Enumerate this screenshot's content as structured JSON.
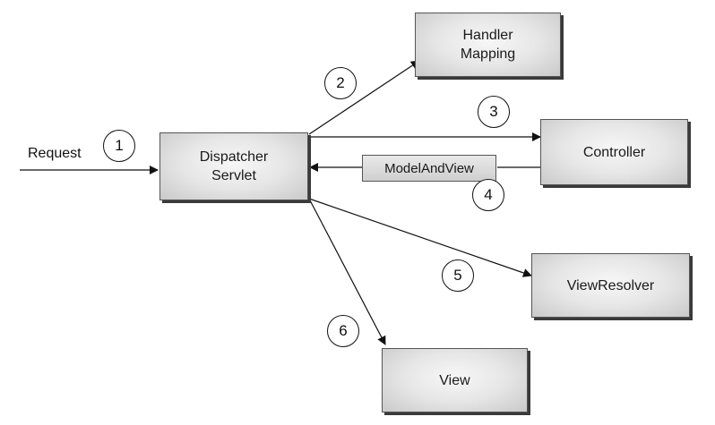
{
  "request_label": "Request",
  "nodes": {
    "dispatcher": "Dispatcher\nServlet",
    "handler_mapping": "Handler\nMapping",
    "controller": "Controller",
    "view_resolver": "ViewResolver",
    "view": "View"
  },
  "model_and_view_label": "ModelAndView",
  "steps": [
    "1",
    "2",
    "3",
    "4",
    "5",
    "6"
  ]
}
